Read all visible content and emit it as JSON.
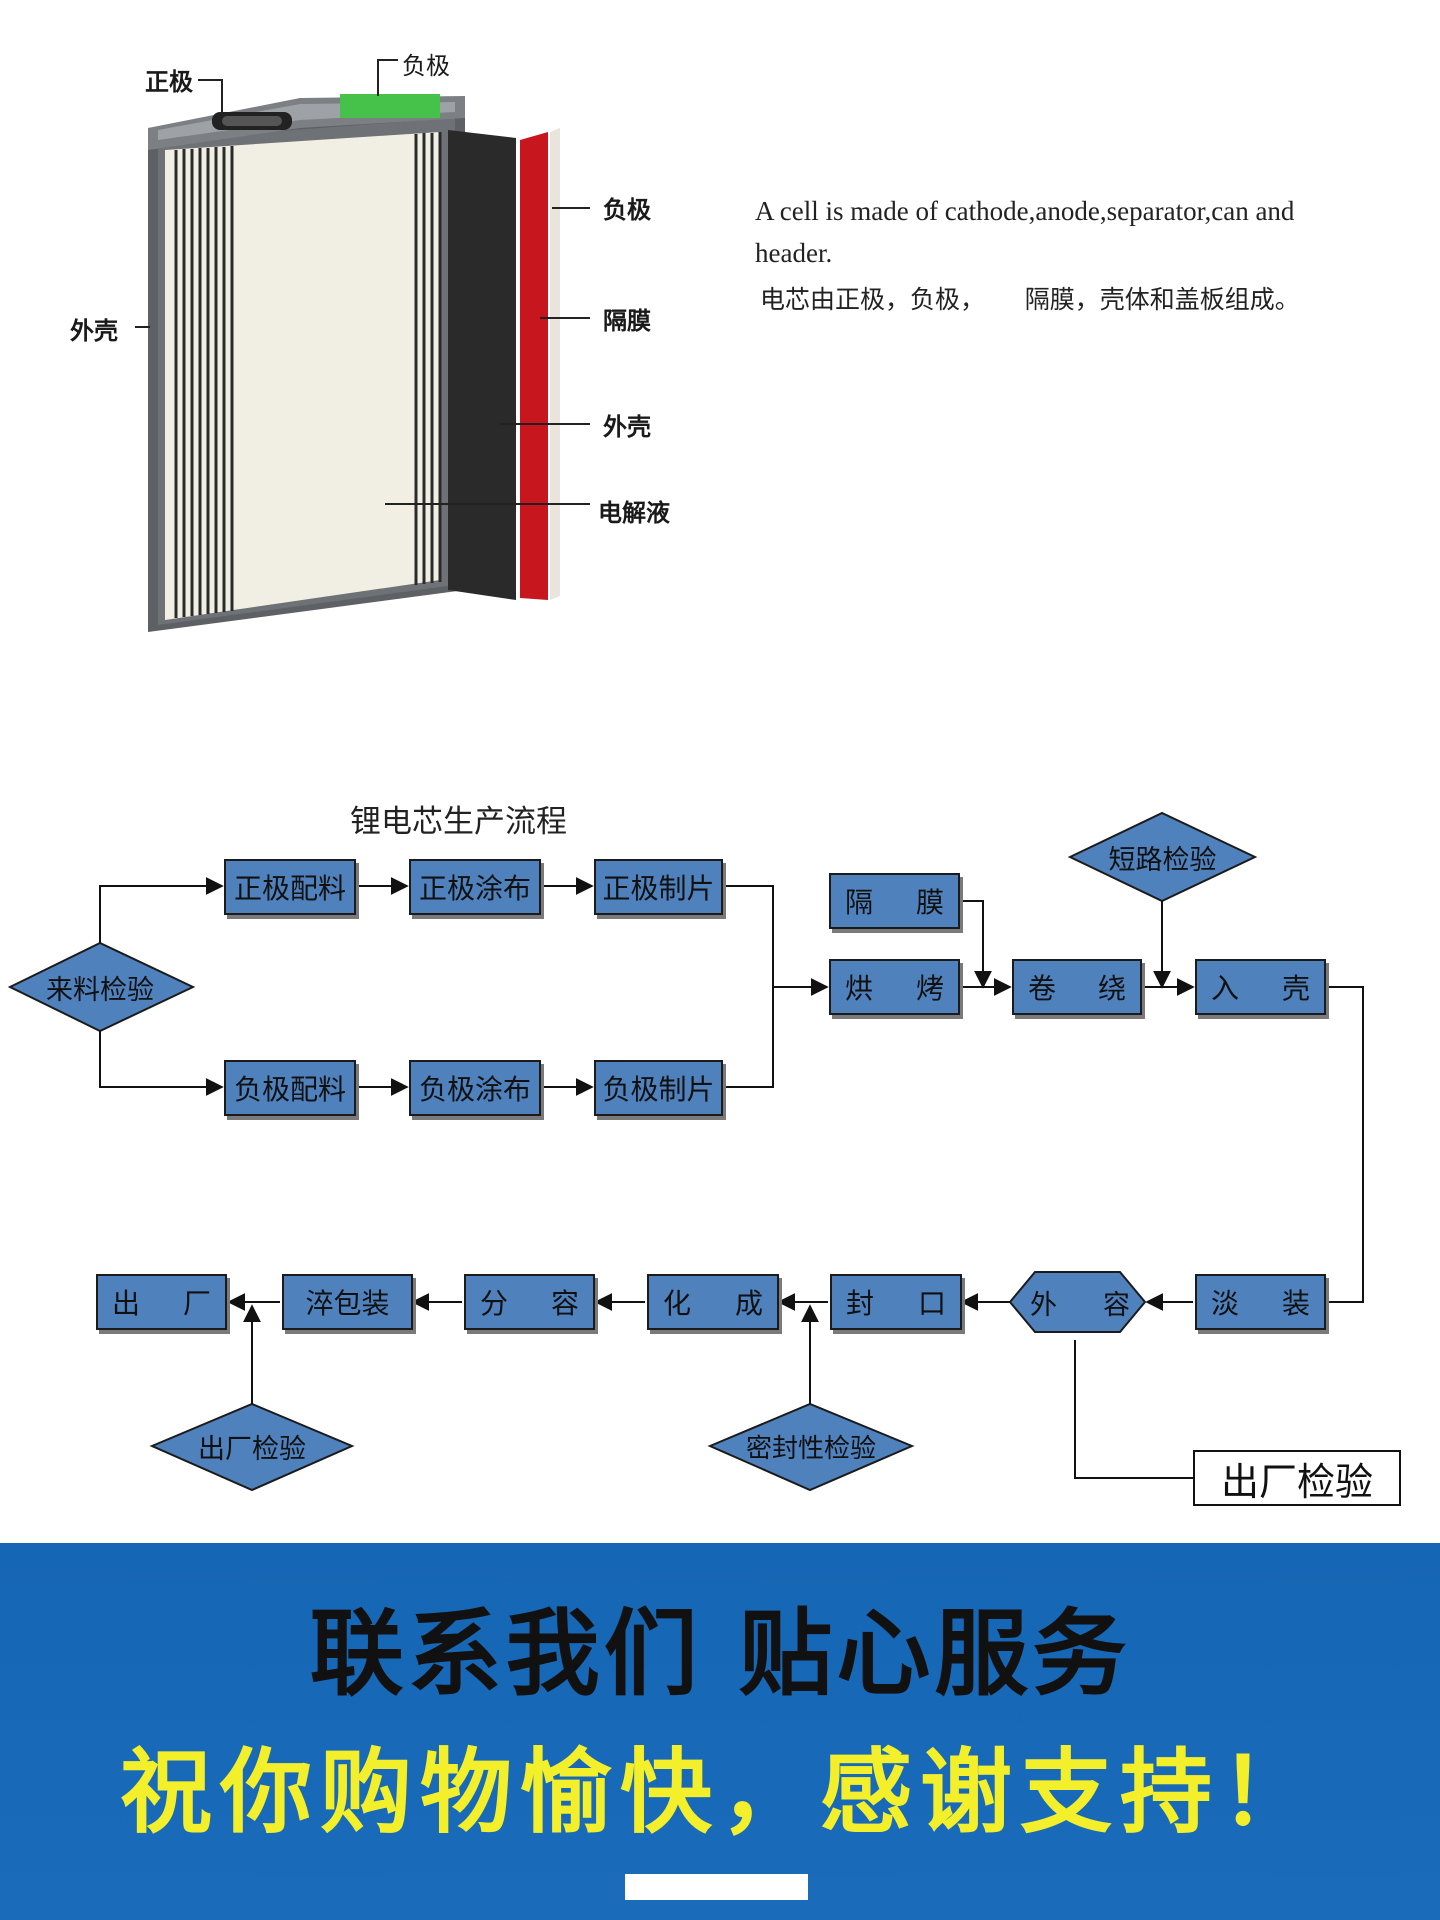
{
  "cell_diagram": {
    "labels": {
      "positive_top": "正极",
      "negative_top": "负极",
      "negative_side": "负极",
      "separator": "隔膜",
      "shell_left": "外壳",
      "shell_right": "外壳",
      "electrolyte": "电解液"
    },
    "colors": {
      "can": "#5d6064",
      "paper": "#f1efe4",
      "anode_sheet": "#2a2a2a",
      "separator_sheet": "#c8161e",
      "terminal": "#46c24b"
    }
  },
  "description": {
    "en": "A  cell is made of cathode,anode,separator,can and header.",
    "cn": "电芯由正极，负极，     隔膜，壳体和盖板组成。"
  },
  "flowchart": {
    "title": "锂电芯生产流程",
    "incoming_inspection": "来料检验",
    "positive_mix": "正极配料",
    "positive_coat": "正极涂布",
    "positive_sheet": "正极制片",
    "negative_mix": "负极配料",
    "negative_coat": "负极涂布",
    "negative_sheet": "负极制片",
    "separator": [
      "隔",
      "膜"
    ],
    "bake": [
      "烘",
      "烤"
    ],
    "wind": [
      "卷",
      "绕"
    ],
    "short_circuit_test": "短路检验",
    "insert_can": [
      "入",
      "壳"
    ],
    "fill": [
      "淡",
      "装"
    ],
    "external_capacity": [
      "外",
      "容"
    ],
    "seal": [
      "封",
      "口"
    ],
    "formation": [
      "化",
      "成"
    ],
    "grading": [
      "分",
      "容"
    ],
    "package": "淬包装",
    "ship_out": [
      "出",
      "厂"
    ],
    "seal_test": "密封性检验",
    "final_inspection": "出厂检验",
    "final_inspection_box": "出厂检验",
    "colors": {
      "box": "#4f81bd",
      "border": "#1b1b1b"
    }
  },
  "banner": {
    "line1": "联系我们 贴心服务",
    "line2": "祝你购物愉快，感谢支持！",
    "colors": {
      "background": "#1566b4",
      "line1": "#111111",
      "line2": "#f3f02b"
    }
  }
}
